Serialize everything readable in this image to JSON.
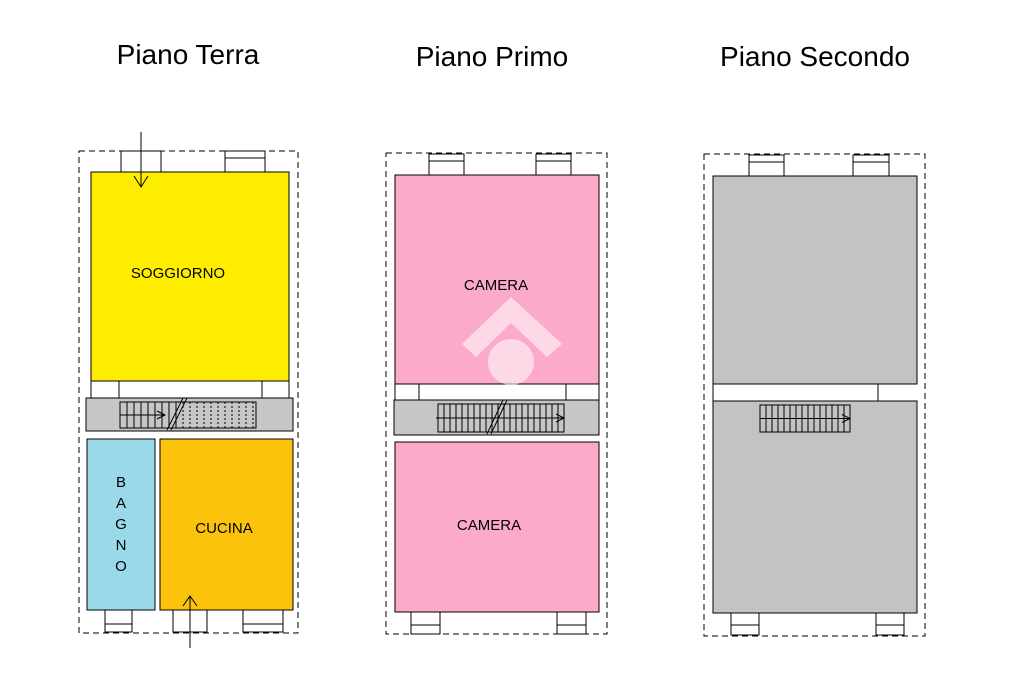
{
  "floors": [
    {
      "title": "Piano Terra"
    },
    {
      "title": "Piano Primo"
    },
    {
      "title": "Piano Secondo"
    }
  ],
  "rooms": {
    "soggiorno": {
      "label": "SOGGIORNO",
      "color": "#ffed00"
    },
    "bagno": {
      "label_letters": [
        "B",
        "A",
        "G",
        "N",
        "O"
      ],
      "color": "#99d9ea"
    },
    "cucina": {
      "label": "CUCINA",
      "color": "#fcc30d"
    },
    "camera_top": {
      "label": "CAMERA",
      "color": "#fbaac9"
    },
    "camera_bottom": {
      "label": "CAMERA",
      "color": "#fbaac9"
    },
    "secondo_top": {
      "color": "#c3c3c3"
    },
    "secondo_bottom": {
      "color": "#c3c3c3"
    }
  },
  "colors": {
    "stair": "#c6c6c6",
    "watermark": "#ffffff"
  },
  "icons": {
    "entrance_top": "arrow-down-icon",
    "entrance_bottom": "arrow-up-icon",
    "watermark": "house-logo-icon"
  }
}
